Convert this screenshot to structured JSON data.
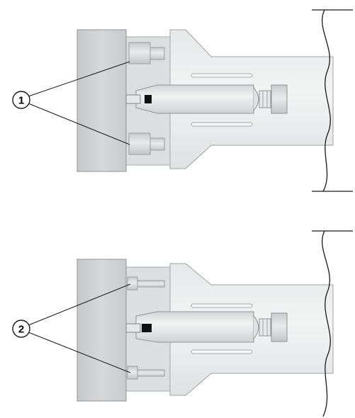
{
  "colors": {
    "background": "#ffffff",
    "outline": "#1a1a1a",
    "metal_dark": "#c9cbcd",
    "metal_mid": "#d9dbdd",
    "metal_light": "#eceeef",
    "metal_highlight": "#f7f8f8",
    "slot": "#bfc2c5"
  },
  "diagrams": [
    {
      "callout": {
        "label": "1"
      },
      "fastener_variant": "large-bolt-heads"
    },
    {
      "callout": {
        "label": "2"
      },
      "fastener_variant": "slim-pins"
    }
  ]
}
